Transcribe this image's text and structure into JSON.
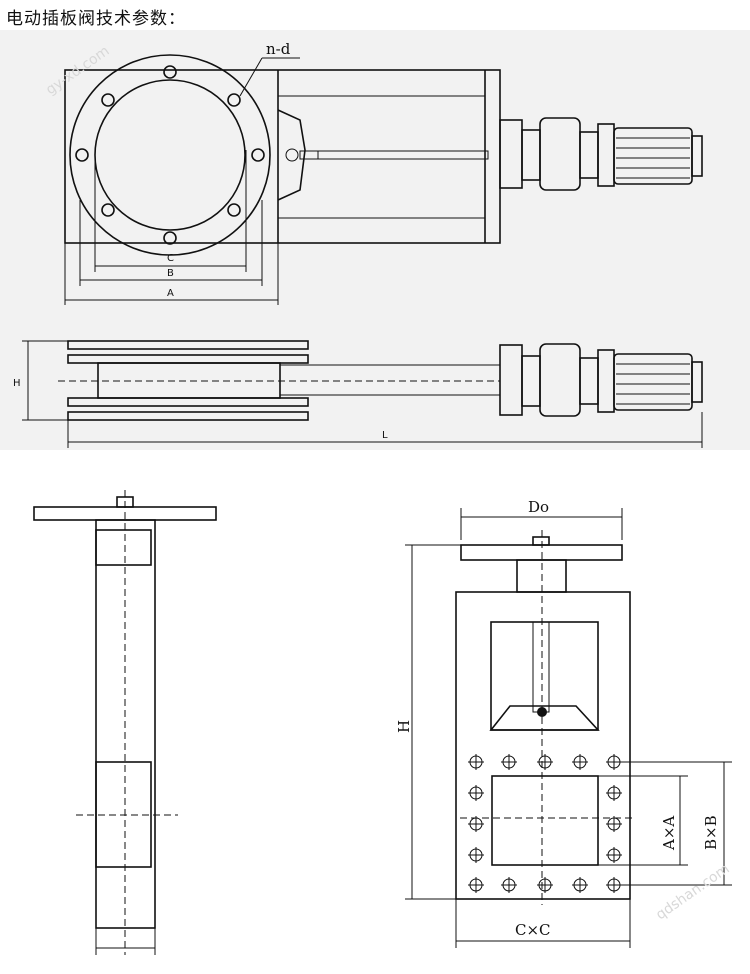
{
  "title": "电动插板阀技术参数：",
  "top_view": {
    "labels": {
      "holes": "n-d",
      "c": "C",
      "b": "B",
      "a": "A"
    }
  },
  "side_view": {
    "labels": {
      "h": "H",
      "l": "L"
    }
  },
  "front_view": {
    "labels": {
      "do": "Do",
      "h": "H",
      "axa": "A×A",
      "bxb": "B×B",
      "cxc": "C×C"
    }
  },
  "watermarks": [
    "gy-xd.com",
    "qdshan.com"
  ]
}
